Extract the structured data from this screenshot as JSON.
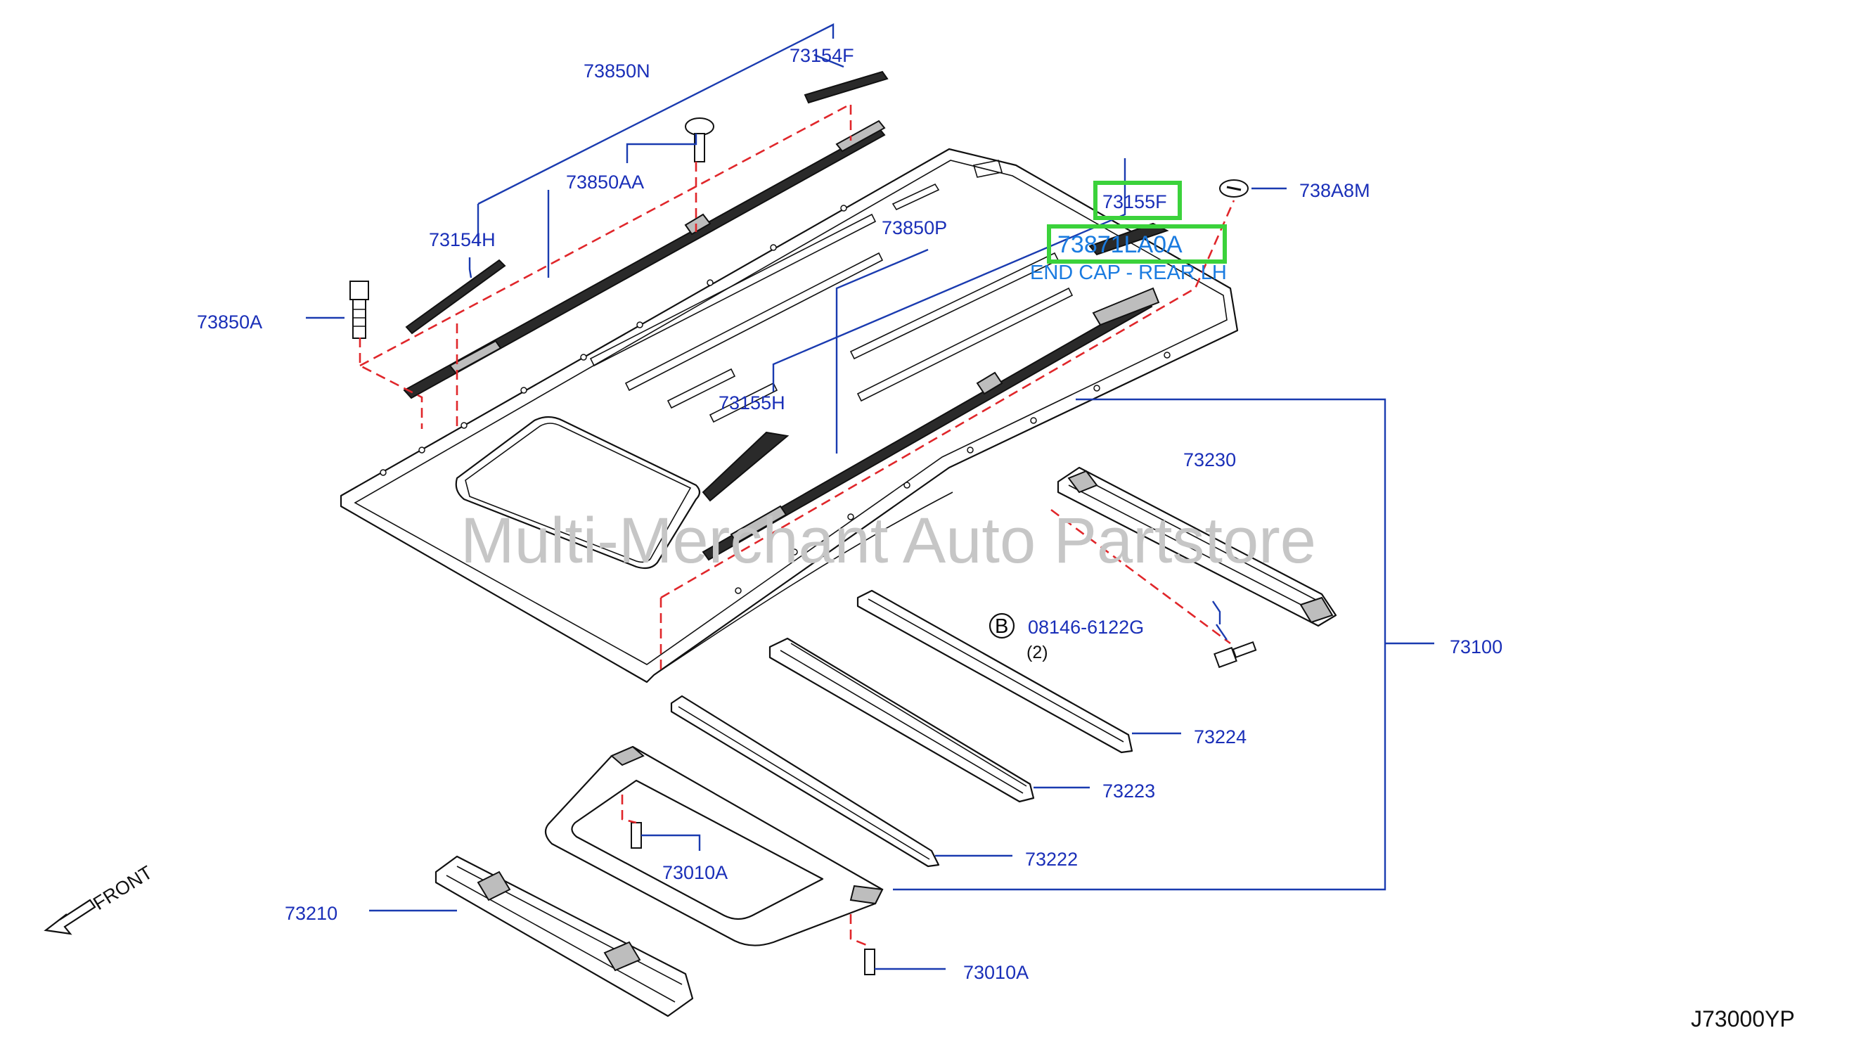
{
  "watermark": "Multi-Merchant Auto Partstore",
  "diagram_code": "J73000YP",
  "front_label": "FRONT",
  "highlighted": {
    "part_a": "73155F",
    "part_b": "73871LA0A",
    "description": "END CAP - REAR LH"
  },
  "bolt_marker": "B",
  "bolt_qty": "(2)",
  "labels": {
    "p73850N": "73850N",
    "p73154F": "73154F",
    "p73850AA": "73850AA",
    "p73154H": "73154H",
    "p73850A": "73850A",
    "p73850P": "73850P",
    "p738A8M": "738A8M",
    "p73155H": "73155H",
    "p73230": "73230",
    "p08146": "08146-6122G",
    "p73100": "73100",
    "p73224": "73224",
    "p73223": "73223",
    "p73222": "73222",
    "p73010A_top": "73010A",
    "p73210": "73210",
    "p73010A_bottom": "73010A"
  }
}
